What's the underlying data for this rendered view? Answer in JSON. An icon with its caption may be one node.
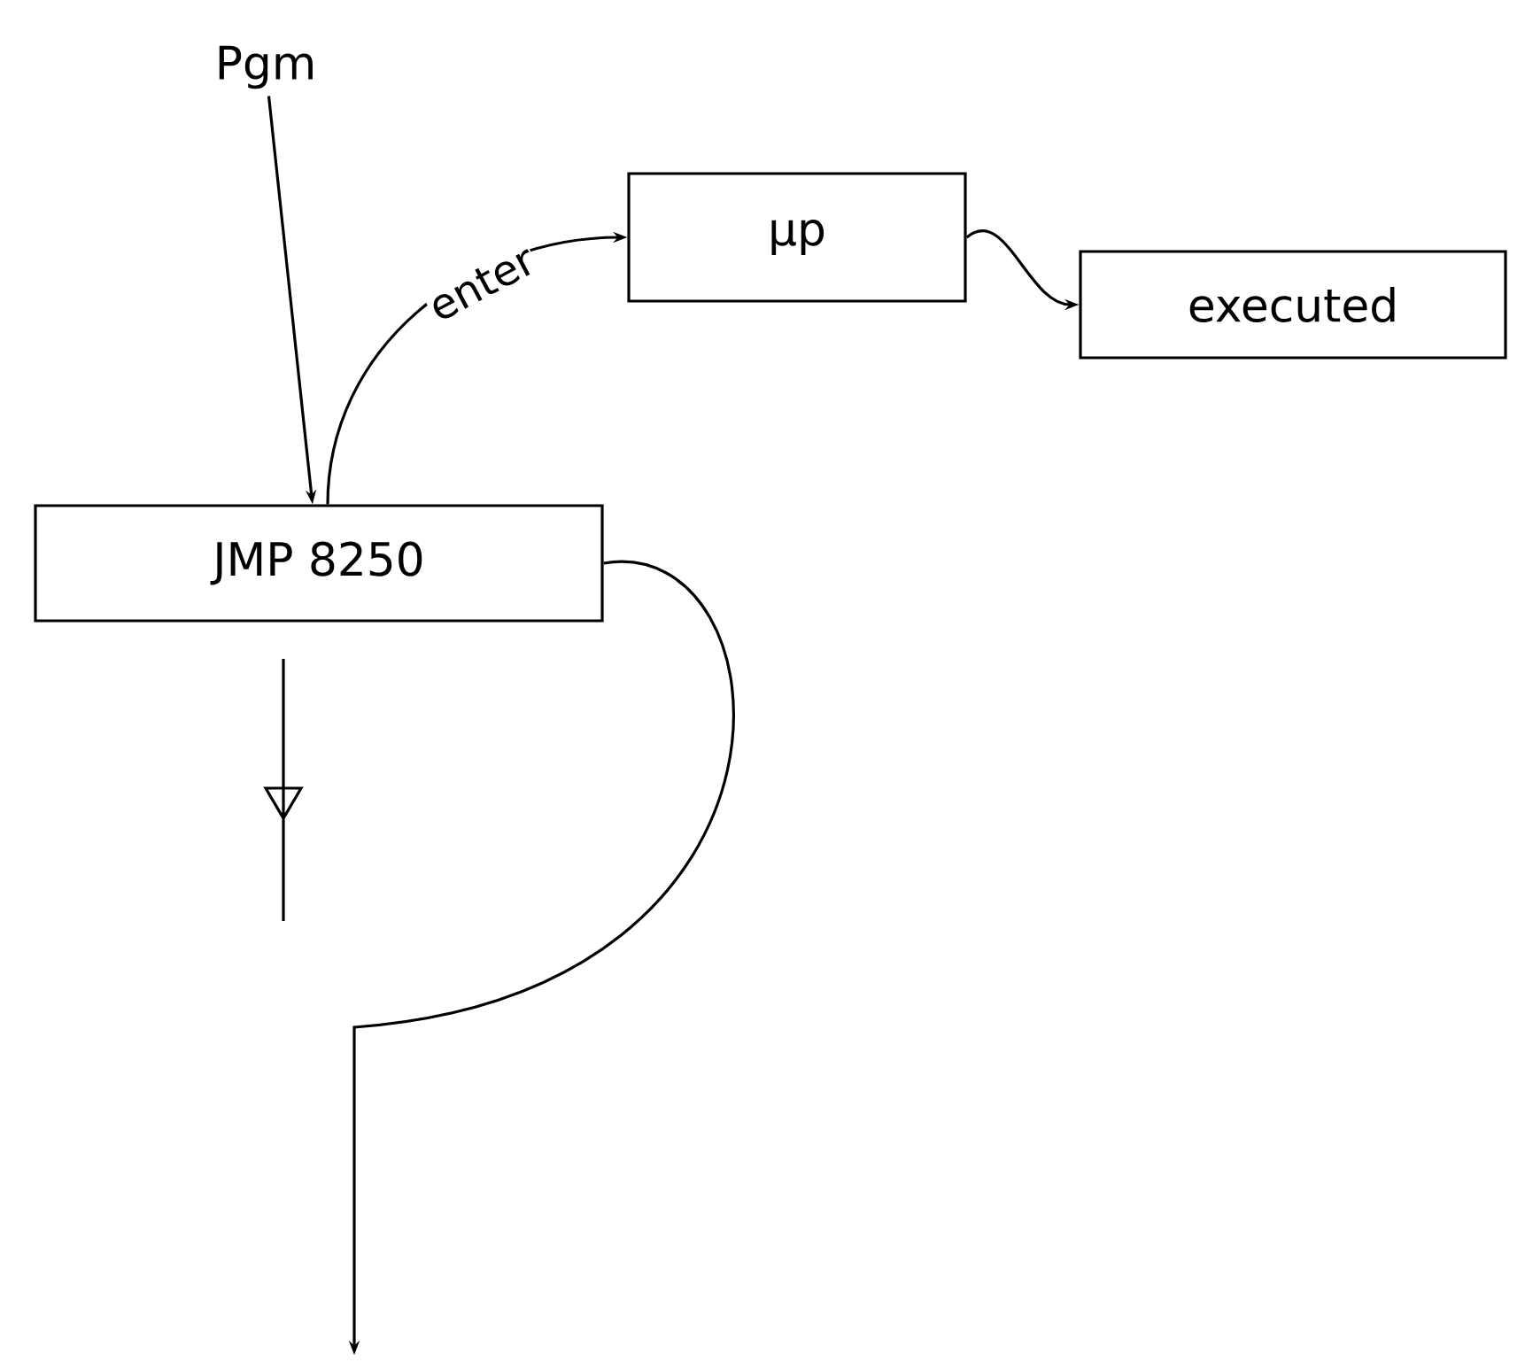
{
  "diagram": {
    "nodes": [
      {
        "text": [
          "Pgm"
        ]
      },
      {
        "text": [
          "JMP 8250"
        ]
      },
      {
        "text": [
          "μp"
        ]
      },
      {
        "text": [
          "executed"
        ]
      }
    ],
    "edges": [
      {
        "from": 0,
        "to": 1,
        "arrow": "to"
      },
      {
        "from": 1,
        "to": 2,
        "arrow": "to",
        "label": "enter"
      },
      {
        "from": 2,
        "to": 3,
        "arrow": "to"
      },
      {
        "from": 1,
        "to": null,
        "arrow": "to"
      }
    ]
  }
}
